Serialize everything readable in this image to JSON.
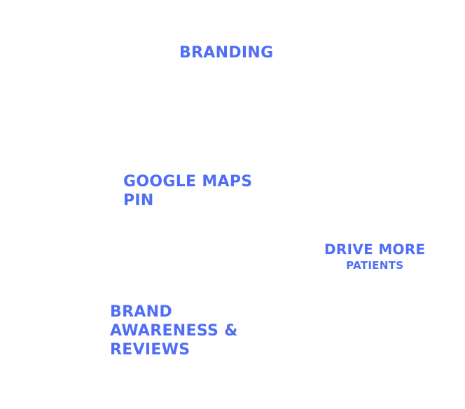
{
  "labels": {
    "branding": "BRANDING",
    "google_maps": [
      "GOOGLE MAPS",
      "PIN"
    ],
    "drive_more": {
      "title": "DRIVE MORE",
      "subtitle": "PATIENTS"
    },
    "brand_awareness": [
      "BRAND",
      "AWARENESS &",
      "REVIEWS"
    ]
  },
  "colors": {
    "text": "#4f6ef7",
    "background": "#ffffff"
  }
}
